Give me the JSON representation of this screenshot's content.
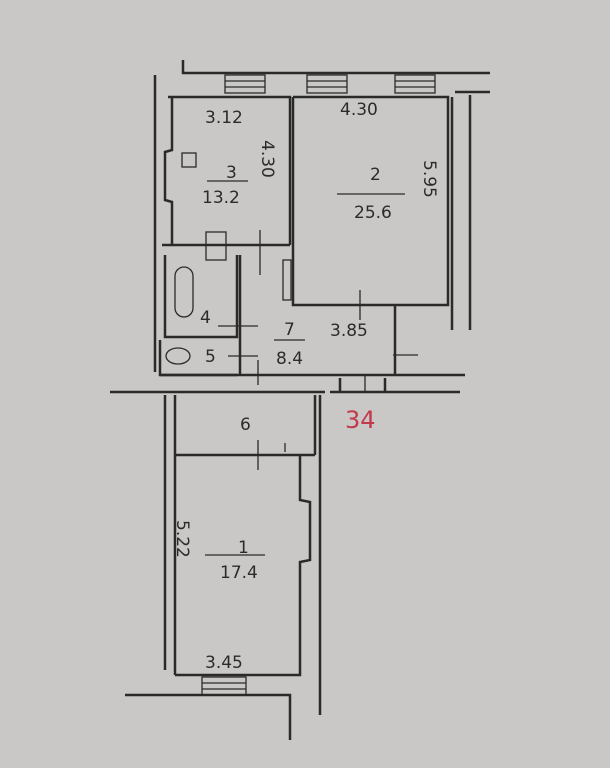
{
  "plan": {
    "rooms": [
      {
        "number": "1",
        "area": "17.4",
        "width": "3.45",
        "length": "5.22"
      },
      {
        "number": "2",
        "area": "25.6",
        "width": "4.30",
        "length": "5.95"
      },
      {
        "number": "3",
        "area": "13.2",
        "width": "3.12",
        "length": "4.30"
      },
      {
        "number": "4"
      },
      {
        "number": "5"
      },
      {
        "number": "6"
      },
      {
        "number": "7",
        "area": "8.4",
        "width": "3.85"
      }
    ],
    "apartment_number": "34",
    "colors": {
      "background": "#c9c8c6",
      "lines": "#2a2a2a",
      "apartment_number": "#c23a4a"
    }
  }
}
